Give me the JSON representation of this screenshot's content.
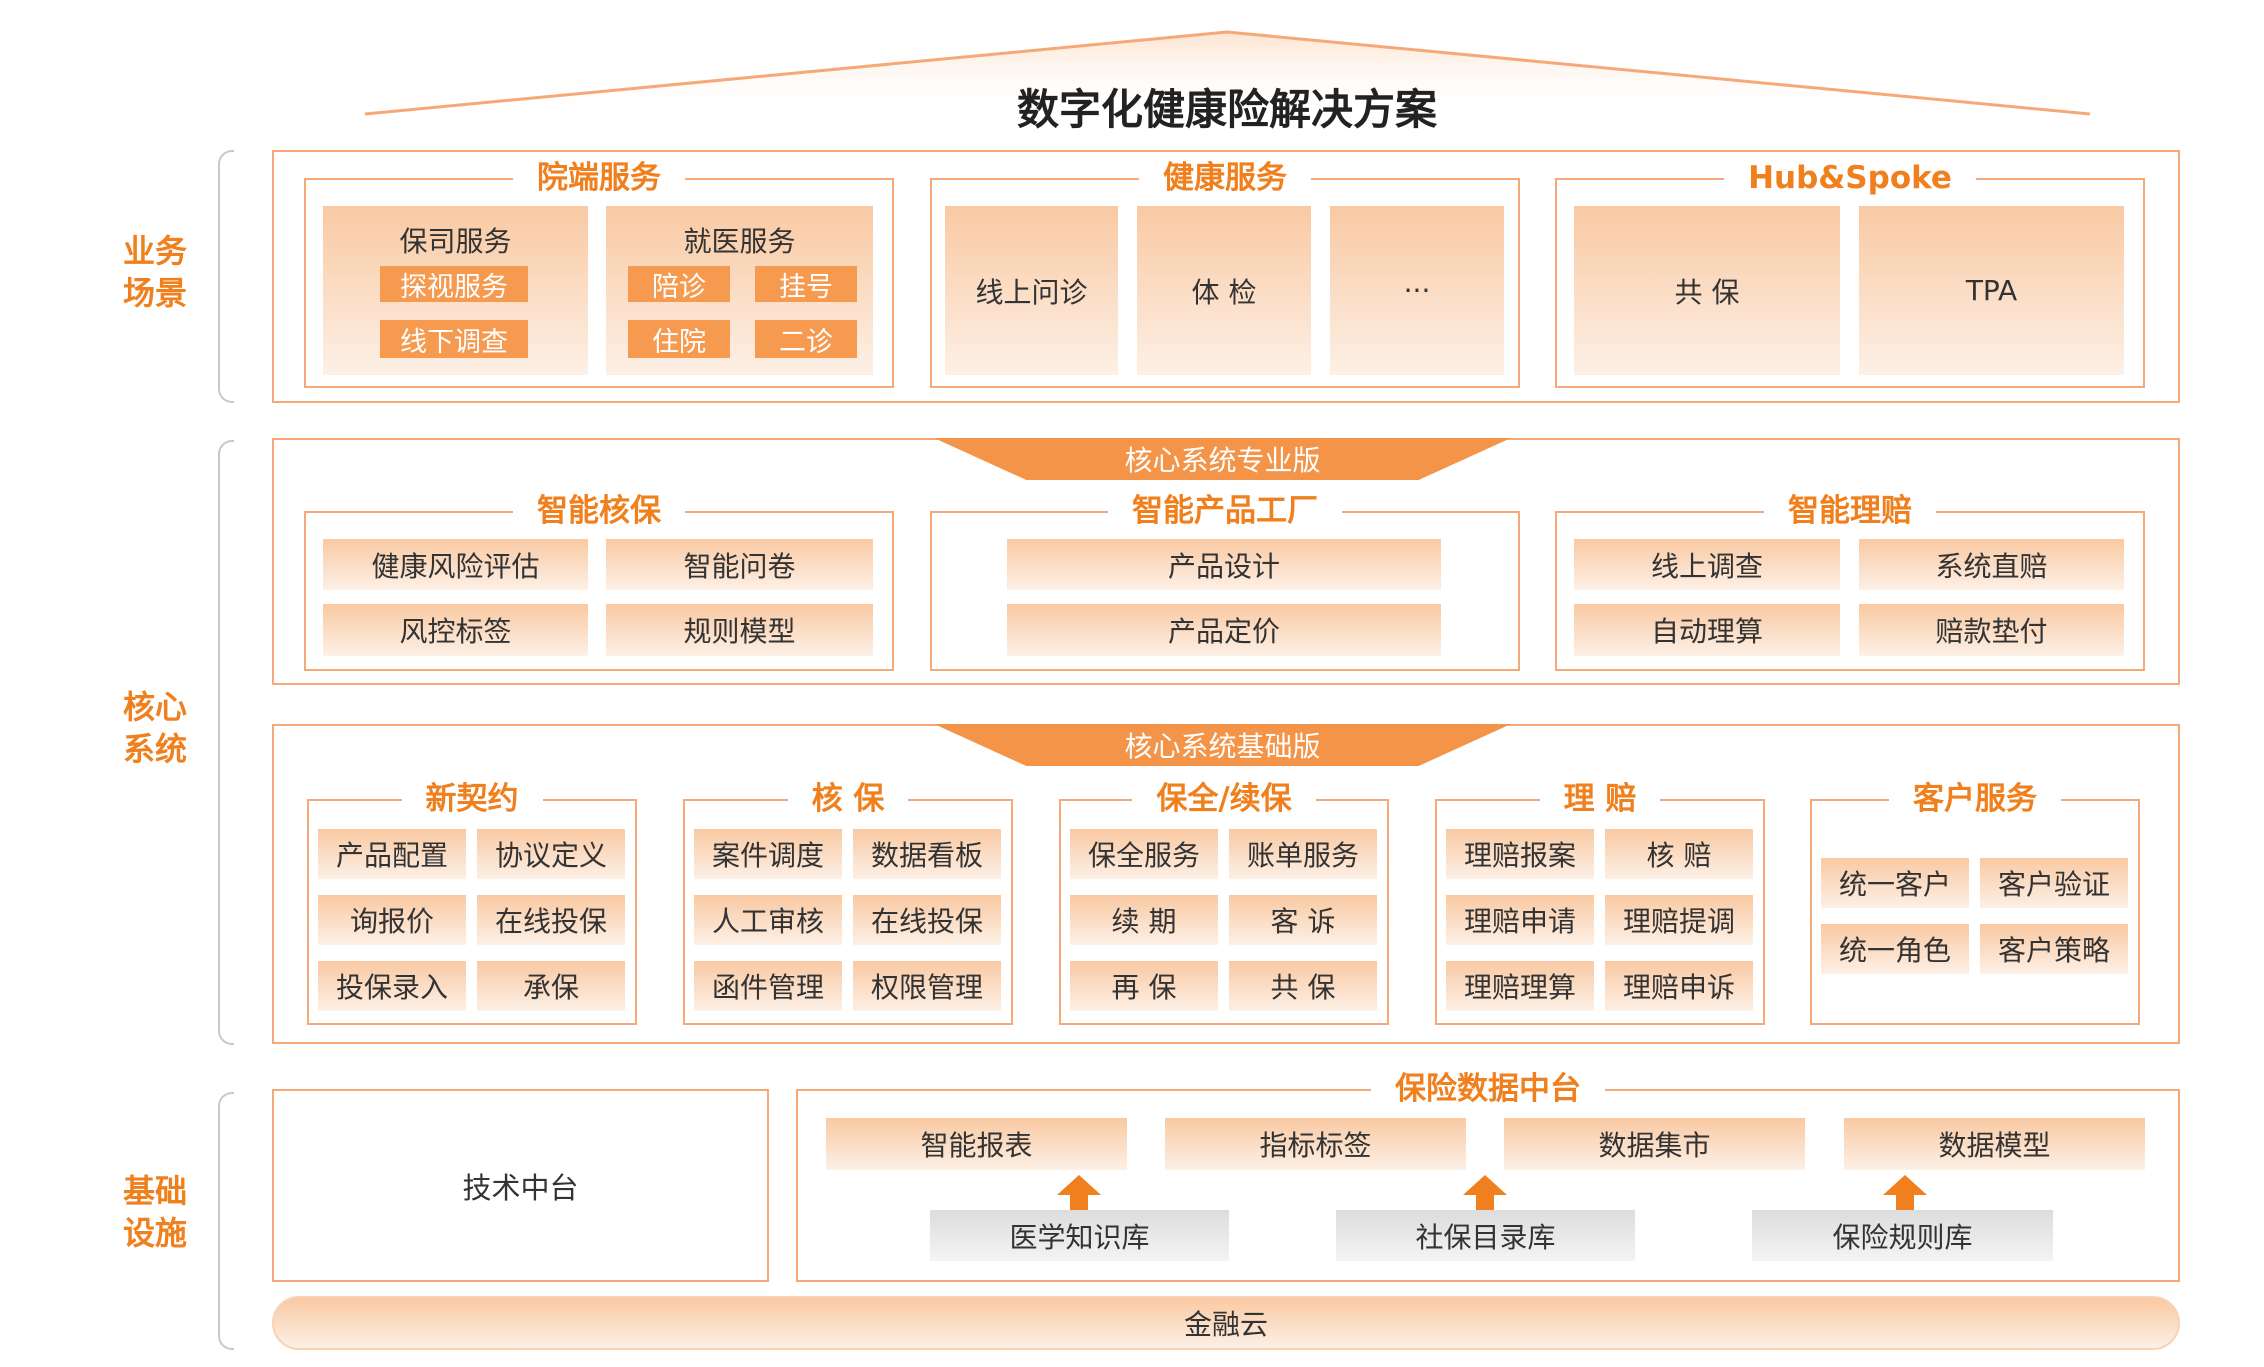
{
  "title": "数字化健康险解决方案",
  "side_labels": [
    "业务\n场景",
    "核心\n系统",
    "基础\n设施"
  ],
  "business": {
    "hospital": {
      "title": "院端服务",
      "insurer": {
        "title": "保司服务",
        "tags": [
          "探视服务",
          "线下调查"
        ]
      },
      "medical": {
        "title": "就医服务",
        "tags": [
          "陪诊",
          "挂号",
          "住院",
          "二诊"
        ]
      }
    },
    "health": {
      "title": "健康服务",
      "items": [
        "线上问诊",
        "体 检",
        "···"
      ]
    },
    "hub": {
      "title": "Hub&Spoke",
      "items": [
        "共 保",
        "TPA"
      ]
    }
  },
  "core_pro": {
    "banner": "核心系统专业版",
    "groups": [
      {
        "title": "智能核保",
        "items": [
          "健康风险评估",
          "智能问卷",
          "风控标签",
          "规则模型"
        ]
      },
      {
        "title": "智能产品工厂",
        "items": [
          "产品设计",
          "产品定价"
        ]
      },
      {
        "title": "智能理赔",
        "items": [
          "线上调查",
          "系统直赔",
          "自动理算",
          "赔款垫付"
        ]
      }
    ]
  },
  "core_base": {
    "banner": "核心系统基础版",
    "groups": [
      {
        "title": "新契约",
        "items": [
          "产品配置",
          "协议定义",
          "询报价",
          "在线投保",
          "投保录入",
          "承保"
        ]
      },
      {
        "title": "核 保",
        "items": [
          "案件调度",
          "数据看板",
          "人工审核",
          "在线投保",
          "函件管理",
          "权限管理"
        ]
      },
      {
        "title": "保全/续保",
        "items": [
          "保全服务",
          "账单服务",
          "续 期",
          "客 诉",
          "再 保",
          "共 保"
        ]
      },
      {
        "title": "理 赔",
        "items": [
          "理赔报案",
          "核 赔",
          "理赔申请",
          "理赔提调",
          "理赔理算",
          "理赔申诉"
        ]
      },
      {
        "title": "客户服务",
        "items": [
          "统一客户",
          "客户验证",
          "统一角色",
          "客户策略"
        ]
      }
    ]
  },
  "infra": {
    "tech": "技术中台",
    "data_title": "保险数据中台",
    "data_items": [
      "智能报表",
      "指标标签",
      "数据集市",
      "数据模型"
    ],
    "sources": [
      "医学知识库",
      "社保目录库",
      "保险规则库"
    ],
    "cloud": "金融云"
  },
  "colors": {
    "accent": "#f07f1e",
    "card": "#f9c9a2",
    "tag": "#f59a4f"
  }
}
